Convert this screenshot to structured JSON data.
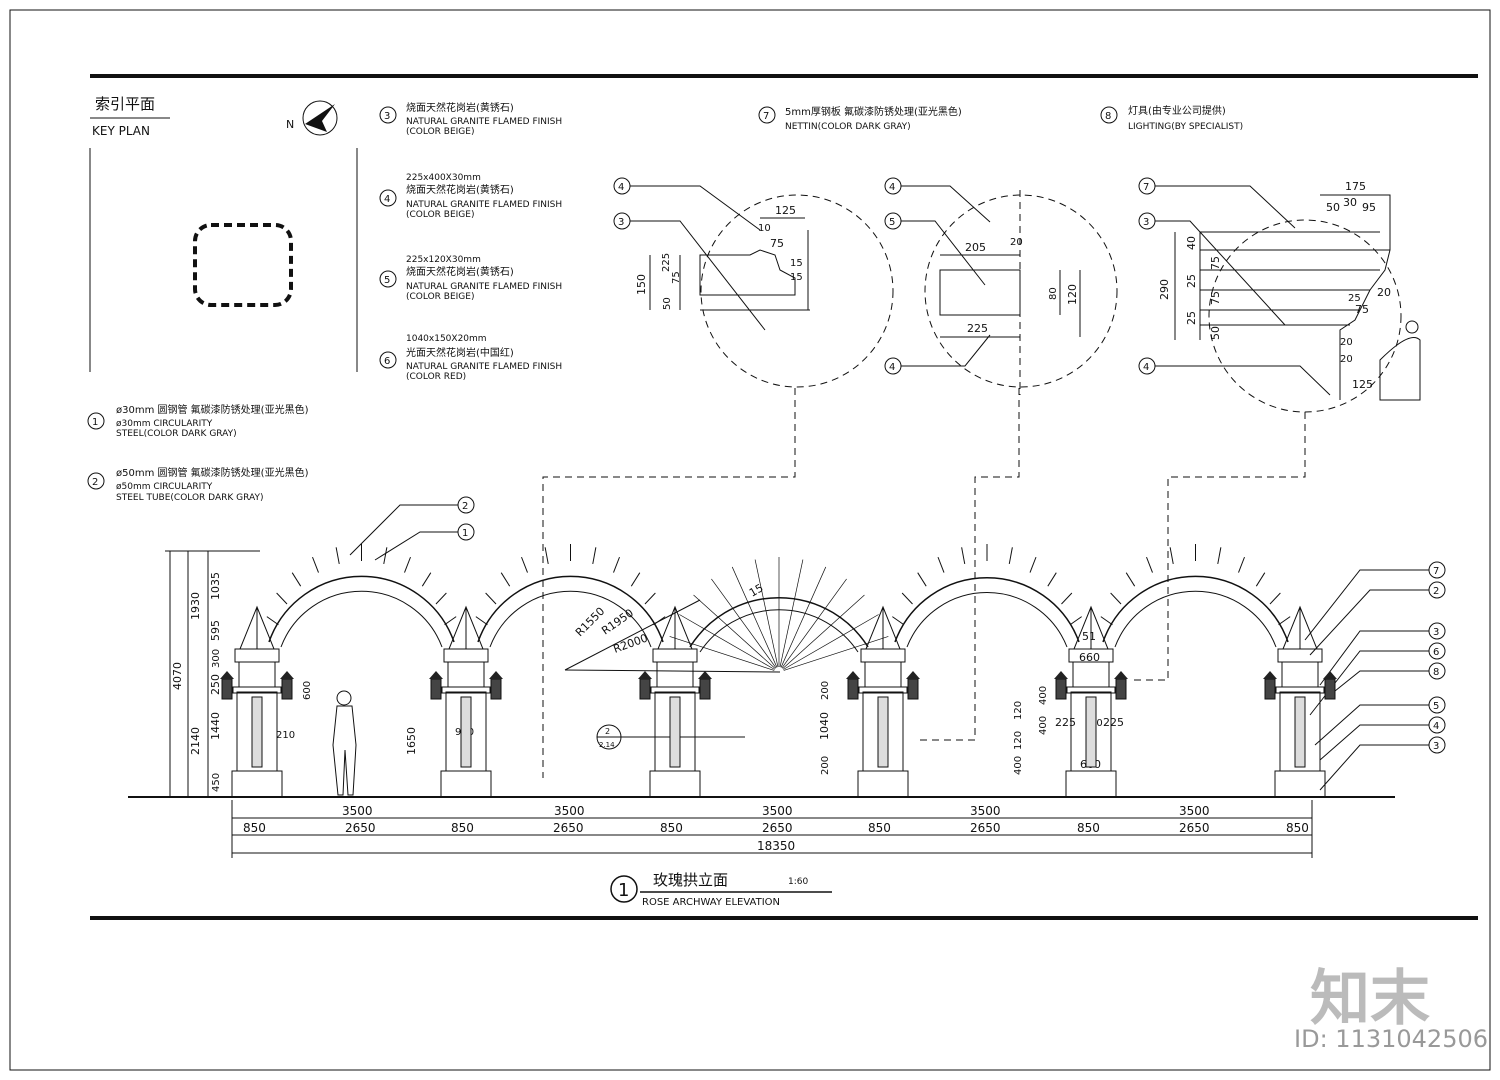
{
  "key_plan": {
    "title_cn": "索引平面",
    "title_en": "KEY PLAN",
    "north": "N"
  },
  "legend": [
    {
      "num": "3",
      "size": "",
      "cn": "烧面天然花岗岩(黄锈石)",
      "en1": "NATURAL GRANITE FLAMED FINISH",
      "en2": "(COLOR BEIGE)"
    },
    {
      "num": "4",
      "size": "225x400X30mm",
      "cn": "烧面天然花岗岩(黄锈石)",
      "en1": "NATURAL GRANITE FLAMED FINISH",
      "en2": "(COLOR BEIGE)"
    },
    {
      "num": "5",
      "size": "225x120X30mm",
      "cn": "烧面天然花岗岩(黄锈石)",
      "en1": "NATURAL GRANITE FLAMED FINISH",
      "en2": "(COLOR BEIGE)"
    },
    {
      "num": "6",
      "size": "1040x150X20mm",
      "cn": "光面天然花岗岩(中国红)",
      "en1": "NATURAL GRANITE FLAMED FINISH",
      "en2": "(COLOR RED)"
    },
    {
      "num": "1",
      "size": "",
      "cn": "ø30mm 圆钢管 氟碳漆防锈处理(亚光黑色)",
      "en1": "ø30mm CIRCULARITY",
      "en2": "STEEL(COLOR DARK GRAY)"
    },
    {
      "num": "2",
      "size": "",
      "cn": "ø50mm 圆钢管 氟碳漆防锈处理(亚光黑色)",
      "en1": "ø50mm CIRCULARITY",
      "en2": "STEEL TUBE(COLOR DARK GRAY)"
    }
  ],
  "top_notes": [
    {
      "num": "7",
      "cn": "5mm厚钢板 氟碳漆防锈处理(亚光黑色)",
      "en": "NETTIN(COLOR DARK GRAY)"
    },
    {
      "num": "8",
      "cn": "灯具(由专业公司提供)",
      "en": "LIGHTING(BY SPECIALIST)"
    }
  ],
  "detail1": {
    "dims": [
      "125",
      "10",
      "75",
      "15",
      "15",
      "225",
      "75",
      "150",
      "50"
    ],
    "tags": [
      "4",
      "3"
    ]
  },
  "detail2": {
    "dims": [
      "205",
      "20",
      "80",
      "120",
      "225"
    ],
    "tags": [
      "4",
      "5",
      "4"
    ]
  },
  "detail3": {
    "dims": [
      "175",
      "50",
      "30",
      "95",
      "40",
      "25",
      "75",
      "290",
      "25",
      "75",
      "20",
      "25",
      "50",
      "75",
      "20",
      "20",
      "125"
    ],
    "tags": [
      "7",
      "3",
      "4"
    ]
  },
  "elevation": {
    "title_cn": "玫瑰拱立面",
    "title_en": "ROSE ARCHWAY ELEVATION",
    "scale": "1:60",
    "num": "1",
    "radii": [
      "R1550",
      "R1950",
      "R2000",
      "15"
    ],
    "left_dims": [
      "4070",
      "1930",
      "1035",
      "595",
      "300",
      "250",
      "2140",
      "1440",
      "450"
    ],
    "inner_dims": [
      "600",
      "210",
      "1650",
      "900",
      "200",
      "1040",
      "200",
      "51",
      "660",
      "400",
      "120",
      "120",
      "400",
      "225",
      "225",
      "50",
      "400",
      "600"
    ],
    "section_tag": {
      "num": "2",
      "sheet": "2.14"
    },
    "right_tags": [
      "7",
      "2",
      "3",
      "6",
      "8",
      "5",
      "4",
      "3"
    ],
    "arch_tags": [
      "2",
      "1"
    ],
    "bay_dims": [
      "3500",
      "3500",
      "3500",
      "3500",
      "3500"
    ],
    "seg_dims": [
      "850",
      "2650",
      "850",
      "2650",
      "850",
      "2650",
      "850",
      "2650",
      "850",
      "2650",
      "850"
    ],
    "total": "18350"
  },
  "watermark": {
    "brand": "知末",
    "id": "ID: 1131042506"
  }
}
